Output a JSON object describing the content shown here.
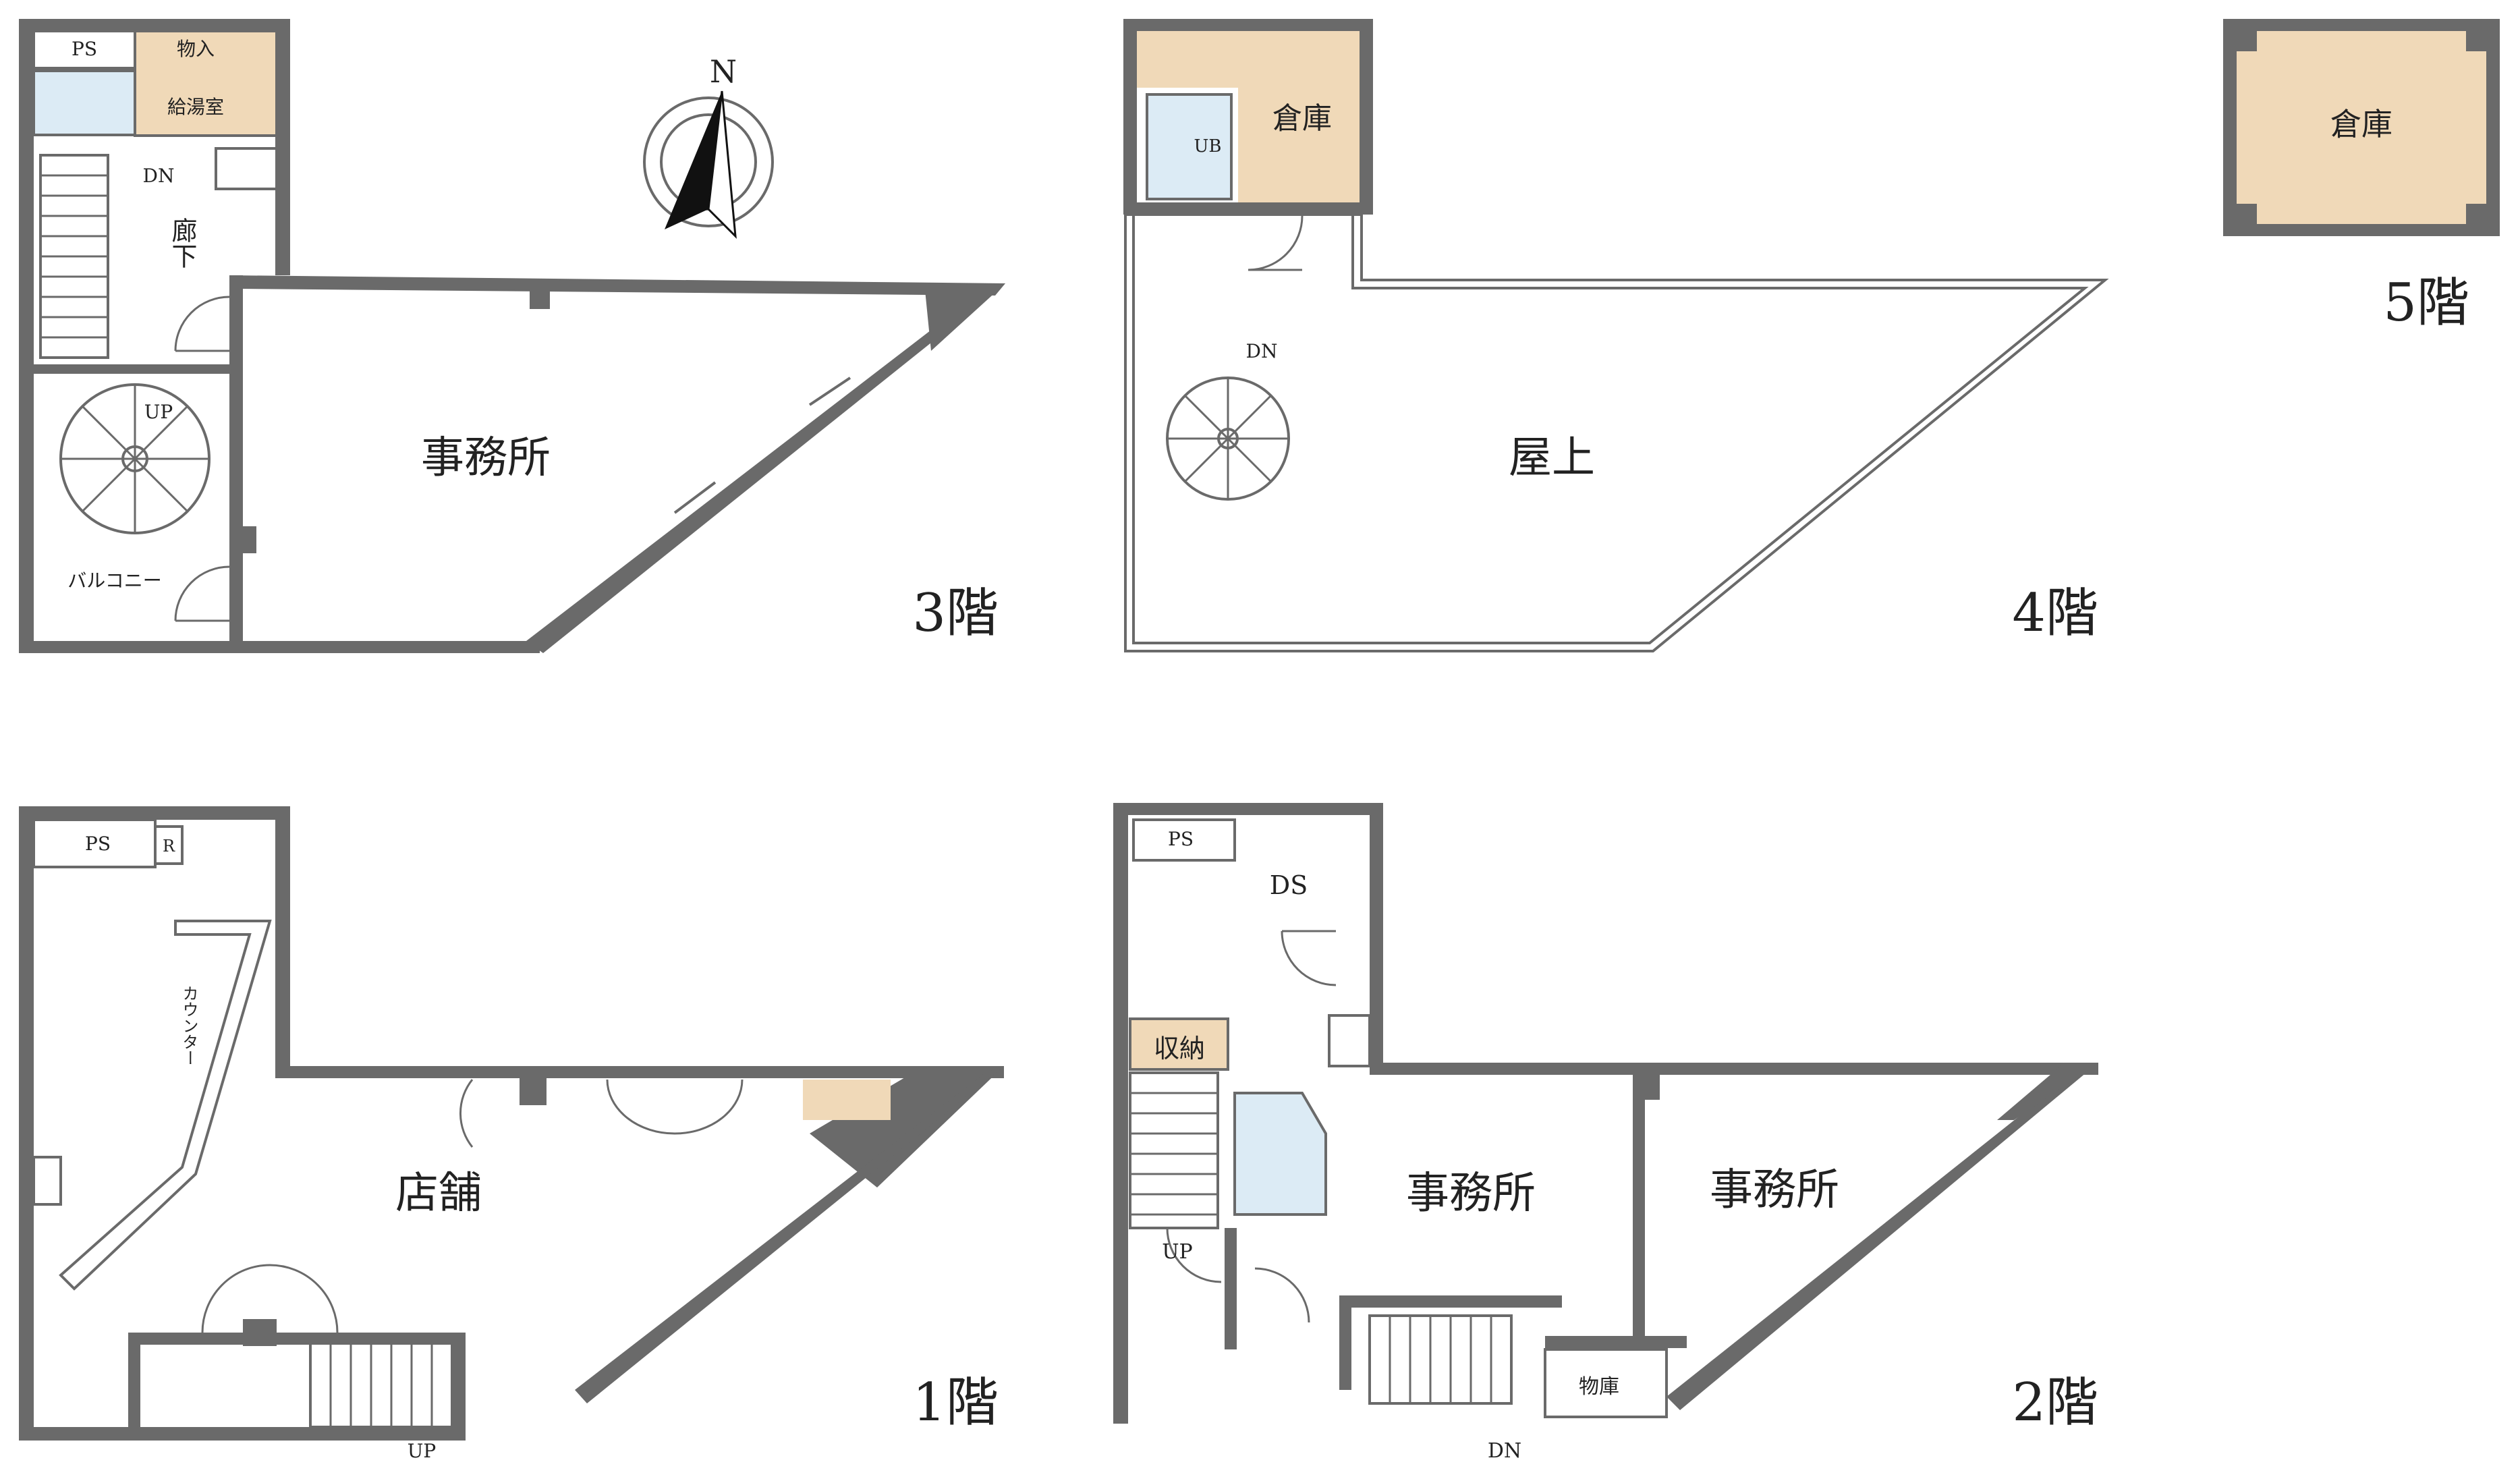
{
  "compass": {
    "north_label": "N"
  },
  "floors": [
    {
      "id": "3f",
      "floor_label": "3階",
      "rooms": [
        {
          "key": "office",
          "label": "事務所"
        },
        {
          "key": "corridor",
          "label": "廊下"
        },
        {
          "key": "balcony",
          "label": "バルコニー"
        },
        {
          "key": "ps",
          "label": "PS"
        },
        {
          "key": "storage",
          "label": "物入"
        },
        {
          "key": "kitchen",
          "label": "給湯室"
        },
        {
          "key": "dn",
          "label": "DN"
        },
        {
          "key": "up",
          "label": "UP"
        }
      ]
    },
    {
      "id": "4f",
      "floor_label": "4階",
      "rooms": [
        {
          "key": "rooftop",
          "label": "屋上"
        },
        {
          "key": "warehouse",
          "label": "倉庫"
        },
        {
          "key": "ub",
          "label": "UB"
        },
        {
          "key": "dn",
          "label": "DN"
        }
      ]
    },
    {
      "id": "5f",
      "floor_label": "5階",
      "rooms": [
        {
          "key": "warehouse",
          "label": "倉庫"
        }
      ]
    },
    {
      "id": "1f",
      "floor_label": "1階",
      "rooms": [
        {
          "key": "shop",
          "label": "店舗"
        },
        {
          "key": "counter",
          "label": "カウンター"
        },
        {
          "key": "ps",
          "label": "PS"
        },
        {
          "key": "r",
          "label": "R"
        },
        {
          "key": "up",
          "label": "UP"
        }
      ]
    },
    {
      "id": "2f",
      "floor_label": "2階",
      "rooms": [
        {
          "key": "office_a",
          "label": "事務所"
        },
        {
          "key": "office_b",
          "label": "事務所"
        },
        {
          "key": "ps",
          "label": "PS"
        },
        {
          "key": "ds",
          "label": "DS"
        },
        {
          "key": "closet",
          "label": "収納"
        },
        {
          "key": "storeroom",
          "label": "物庫"
        },
        {
          "key": "up",
          "label": "UP"
        },
        {
          "key": "dn",
          "label": "DN"
        }
      ]
    }
  ],
  "colors": {
    "wall": "#6a6a6a",
    "storage_fill": "#f0d9b8",
    "wet_fill": "#dcebf5",
    "background": "#ffffff"
  }
}
